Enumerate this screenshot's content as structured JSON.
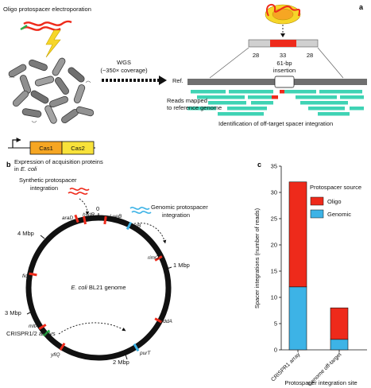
{
  "panel_a": {
    "label": "a",
    "electroporation_label": "Oligo protospacer electroporation",
    "expression_label_line1": "Expression of acquisition proteins",
    "expression_label_line2_prefix": "in ",
    "expression_label_line2_italic": "E. coli",
    "gene_boxes": [
      "Cas1",
      "Cas2"
    ],
    "wgs_label": "WGS",
    "coverage_label": "(~350× coverage)",
    "spacer_box": [
      "28",
      "33",
      "28"
    ],
    "insertion_label_line1": "61-bp",
    "insertion_label_line2": "insertion",
    "ref_label": "Ref.",
    "reads_label_line1": "Reads mapped",
    "reads_label_line2": "to reference genome",
    "identification_label": "Identification of off-target spacer integration"
  },
  "panel_b": {
    "label": "b",
    "synthetic_label_line1": "Synthetic protospacer",
    "synthetic_label_line2": "integration",
    "genomic_label_line1": "Genomic protospacer",
    "genomic_label_line2": "integration",
    "genome_label_italic": "E. coli",
    "genome_label_rest": " BL21 genome",
    "crispr_label": "CRISPR1/2 arrays",
    "ticks": [
      "0",
      "1 Mbp",
      "2 Mbp",
      "3 Mbp",
      "4 Mbp"
    ],
    "genes": [
      "araD",
      "hsdR",
      "LueB",
      "betB",
      "rimO",
      "fic",
      "mltA",
      "yfiQ",
      "purT",
      "yddA"
    ]
  },
  "panel_c": {
    "label": "c"
  },
  "chart_data": {
    "type": "bar",
    "stacked": true,
    "categories": [
      "CRISPR1 array",
      "Genome off-target"
    ],
    "series": [
      {
        "name": "Genomic",
        "color": "#3db3e6",
        "values": [
          12,
          2
        ]
      },
      {
        "name": "Oligo",
        "color": "#ee2a1b",
        "values": [
          20,
          6
        ]
      }
    ],
    "xlabel": "Protospacer integration site",
    "ylabel": "Spacer integrations (number of reads)",
    "ylim": [
      0,
      35
    ],
    "yticks": [
      "0",
      "5",
      "10",
      "15",
      "20",
      "25",
      "30",
      "35"
    ],
    "legend_title": "Protospacer source",
    "legend_placement": "top-right",
    "legend_order": [
      "Oligo",
      "Genomic"
    ],
    "grid": false
  }
}
